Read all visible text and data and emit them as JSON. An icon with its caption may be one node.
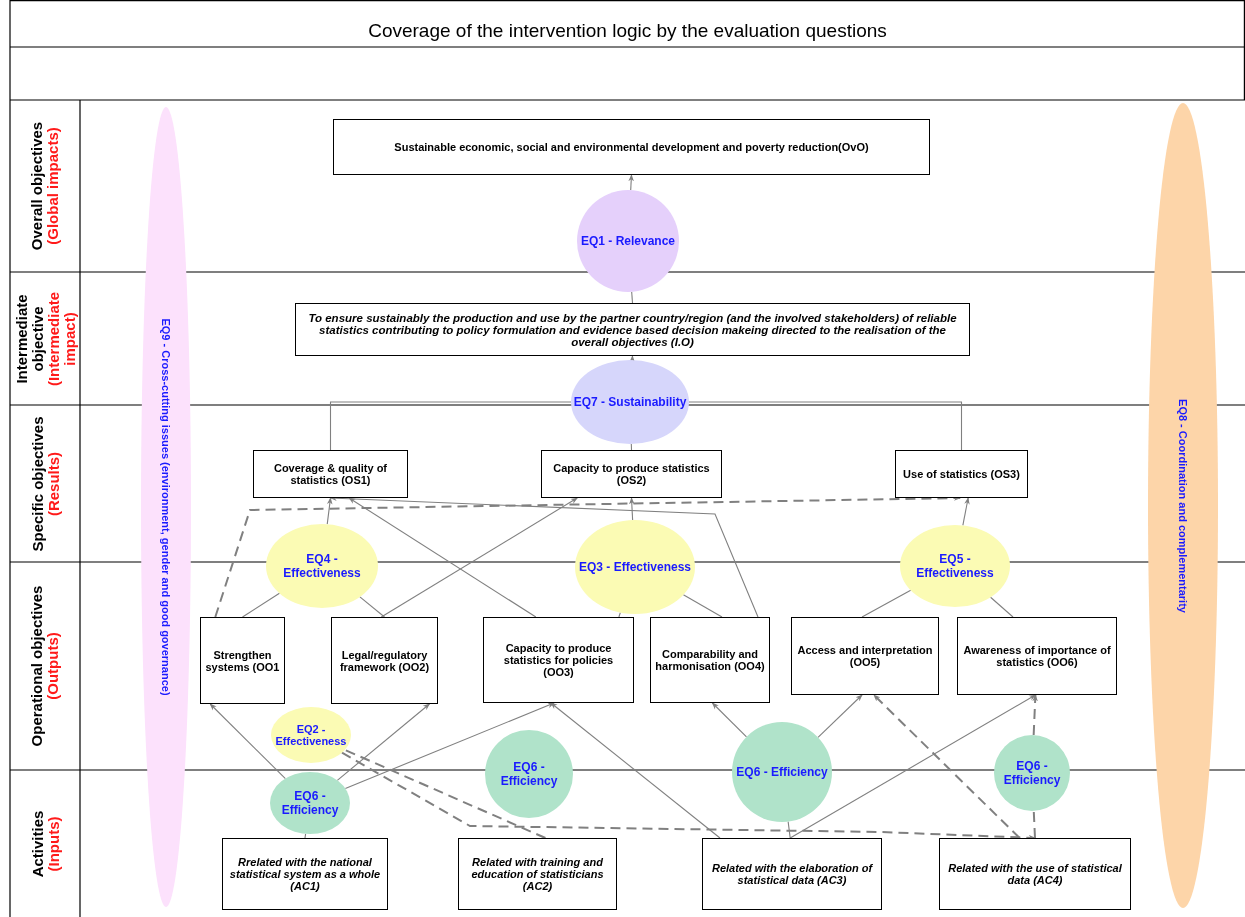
{
  "diagram": {
    "title": "Coverage of the intervention logic by the evaluation questions",
    "nodes": [
      {
        "text": [
          "Sustainable economic, social and environmental development and poverty reduction(OvO)"
        ]
      },
      {
        "text": [
          "EQ1 - Relevance"
        ]
      },
      {
        "text": [
          "*To ensure sustainably the production and use by the partner country/region (and the involved stakeholders) of reliable statistics contributing to policy formulation and evidence based decision makeing directed to the realisation of the overall objectives* (I.O)"
        ]
      },
      {
        "text": [
          "EQ7 - Sustainability"
        ]
      },
      {
        "text": [
          "Coverage & quality of statistics (OS1)"
        ]
      },
      {
        "text": [
          "Capacity to produce statistics (OS2)"
        ]
      },
      {
        "text": [
          "Use of statistics (OS3)"
        ]
      },
      {
        "text": [
          "EQ4 - Effectiveness"
        ]
      },
      {
        "text": [
          "EQ3 - Effectiveness"
        ]
      },
      {
        "text": [
          "EQ5 - Effectiveness"
        ]
      },
      {
        "text": [
          "Strengthen systems (OO1"
        ]
      },
      {
        "text": [
          "Legal/regulatory framework (OO2)"
        ]
      },
      {
        "text": [
          "Capacity to produce statistics for policies (OO3)"
        ]
      },
      {
        "text": [
          "Comparability and harmonisation (OO4)"
        ]
      },
      {
        "text": [
          "Access and interpretation (OO5)"
        ]
      },
      {
        "text": [
          "Awareness of importance of statistics (OO6)"
        ]
      },
      {
        "text": [
          "EQ2 - Effectiveness"
        ]
      },
      {
        "text": [
          "EQ6 - Efficiency"
        ]
      },
      {
        "text": [
          "EQ6 - Efficiency"
        ]
      },
      {
        "text": [
          "EQ6 - Efficiency"
        ]
      },
      {
        "text": [
          "EQ6 - Efficiency"
        ]
      },
      {
        "text": [
          "Rrelated with the national statistical system as a whole (AC1)"
        ]
      },
      {
        "text": [
          "Related with training and education of statisticians (AC2)"
        ]
      },
      {
        "text": [
          "Related with the elaboration of statistical data (AC3)"
        ]
      },
      {
        "text": [
          "Related with the use of statistical data (AC4)"
        ]
      },
      {
        "text": [
          "EQ9 - Cross-cutting issues (environment, gender and good governance)"
        ]
      },
      {
        "text": [
          "EQ8 - Coordination and complementarity"
        ]
      }
    ],
    "edges": [
      {
        "from": 2,
        "to": 1,
        "arrow": "none"
      },
      {
        "from": 1,
        "to": 0,
        "arrow": "to"
      },
      {
        "from": 4,
        "to": 3,
        "arrow": "none"
      },
      {
        "from": 5,
        "to": 3,
        "arrow": "none"
      },
      {
        "from": 6,
        "to": 3,
        "arrow": "none"
      },
      {
        "from": 3,
        "to": 2,
        "arrow": "to"
      },
      {
        "from": 10,
        "to": 7,
        "arrow": "none"
      },
      {
        "from": 11,
        "to": 7,
        "arrow": "none"
      },
      {
        "from": 7,
        "to": 4,
        "arrow": "to"
      },
      {
        "from": 10,
        "to": 6,
        "arrow": "to",
        "style": "dashed"
      },
      {
        "from": 11,
        "to": 5,
        "arrow": "to"
      },
      {
        "from": 12,
        "to": 4,
        "arrow": "to"
      },
      {
        "from": 13,
        "to": 4,
        "arrow": "to"
      },
      {
        "from": 12,
        "to": 8,
        "arrow": "none"
      },
      {
        "from": 13,
        "to": 8,
        "arrow": "none"
      },
      {
        "from": 8,
        "to": 5,
        "arrow": "to"
      },
      {
        "from": 14,
        "to": 9,
        "arrow": "none"
      },
      {
        "from": 15,
        "to": 9,
        "arrow": "none"
      },
      {
        "from": 9,
        "to": 6,
        "arrow": "to"
      },
      {
        "from": 21,
        "to": 17,
        "arrow": "none"
      },
      {
        "from": 17,
        "to": 10,
        "arrow": "to"
      },
      {
        "from": 17,
        "to": 11,
        "arrow": "to"
      },
      {
        "from": 17,
        "to": 12,
        "arrow": "to"
      },
      {
        "from": 22,
        "to": 16,
        "arrow": "none",
        "style": "dashed"
      },
      {
        "from": 16,
        "to": 24,
        "arrow": "to",
        "style": "dashed"
      },
      {
        "from": 23,
        "to": 12,
        "arrow": "to"
      },
      {
        "from": 23,
        "to": 19,
        "arrow": "none"
      },
      {
        "from": 19,
        "to": 13,
        "arrow": "to"
      },
      {
        "from": 19,
        "to": 14,
        "arrow": "to"
      },
      {
        "from": 23,
        "to": 15,
        "arrow": "to"
      },
      {
        "from": 24,
        "to": 14,
        "arrow": "to",
        "style": "dashed"
      },
      {
        "from": 24,
        "to": 20,
        "arrow": "none",
        "style": "dashed"
      },
      {
        "from": 20,
        "to": 15,
        "arrow": "to",
        "style": "dashed"
      }
    ],
    "labels": [
      "Overall objectives",
      "(Global impacts)",
      "Intermediate objective",
      "(Intermediate impact)",
      "Specific objectives",
      "(Results)",
      "Operational objectives",
      "(Outputs)",
      "Activities",
      "(Inputs)"
    ]
  }
}
